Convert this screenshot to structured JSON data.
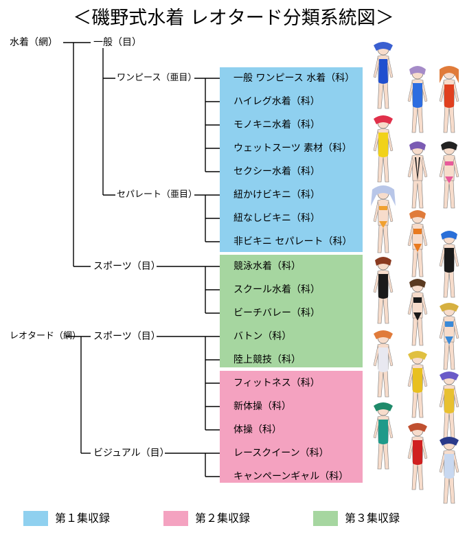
{
  "title": "＜磯野式水着 レオタード分類系統図＞",
  "colors": {
    "blue": "#8fd0ef",
    "pink": "#f4a2c0",
    "green": "#a6d6a0",
    "line": "#000000"
  },
  "tree": {
    "swimsuit_net": "水着（網）",
    "general_order": "一般（目）",
    "onepiece_suborder": "ワンピース（亜目）",
    "separate_suborder": "セパレート（亜目）",
    "sports_order_1": "スポーツ（目）",
    "leotard_net": "レオタード（網）",
    "sports_order_2": "スポーツ（目）",
    "visual_order": "ビジュアル（目）"
  },
  "families": [
    "一般 ワンピース 水着（科）",
    "ハイレグ水着（科）",
    "モノキニ水着（科）",
    "ウェットスーツ 素材（科）",
    "セクシー水着（科）",
    "紐かけビキニ（科）",
    "紐なしビキニ（科）",
    "非ビキニ セパレート（科）",
    "競泳水着（科）",
    "スクール水着（科）",
    "ビーチバレー（科）",
    "バトン（科）",
    "陸上競技（科）",
    "フィットネス（科）",
    "新体操（科）",
    "体操（科）",
    "レースクイーン（科）",
    "キャンペーンギャル（科）"
  ],
  "legend": [
    {
      "label": "第１集収録",
      "color": "#8fd0ef"
    },
    {
      "label": "第２集収録",
      "color": "#f4a2c0"
    },
    {
      "label": "第３集収録",
      "color": "#a6d6a0"
    }
  ],
  "illustrations": [
    "figure-blue-onepiece",
    "figure-purple-onepiece",
    "figure-orange-onepiece",
    "figure-yellow-onepiece",
    "figure-black-monokini",
    "figure-pink-bikini",
    "figure-orange-bikini-seated",
    "figure-orange-bikini",
    "figure-blue-bikini",
    "figure-black-competitive",
    "figure-black-school",
    "figure-blue-beachvolley",
    "figure-baton-leotard",
    "figure-track-athlete",
    "figure-fitness",
    "figure-gymnast",
    "figure-race-queen",
    "figure-campaign-girl"
  ]
}
